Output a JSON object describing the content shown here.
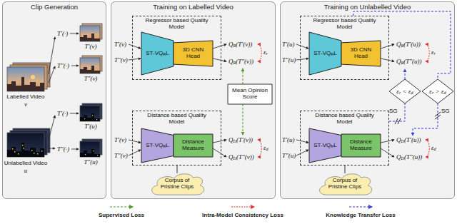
{
  "diagram": {
    "nodes": [
      {
        "text": [
          "Clip Generation"
        ]
      },
      {
        "text": [
          "Training on Labelled Video"
        ]
      },
      {
        "text": [
          "Regressor based Quality Model"
        ],
        "in": 1
      },
      {
        "text": [
          "ST-VQRL"
        ],
        "in": 2
      },
      {
        "text": [
          "3D CNN Head"
        ],
        "in": 2
      },
      {
        "text": [
          "Mean Opinion Score"
        ],
        "in": 1
      },
      {
        "text": [
          "Distance based Quality Model"
        ],
        "in": 1
      },
      {
        "text": [
          "ST-VQRL"
        ],
        "in": 6
      },
      {
        "text": [
          "Distance Measure"
        ],
        "in": 6
      },
      {
        "text": [
          "Corpus of Pristine Clips"
        ],
        "in": 1
      },
      {
        "text": [
          "Training on Unlabelled Video"
        ]
      },
      {
        "text": [
          "Regressor based Quality Model"
        ],
        "in": 10
      },
      {
        "text": [
          "ST-VQRL"
        ],
        "in": 11
      },
      {
        "text": [
          "3D CNN Head"
        ],
        "in": 11
      },
      {
        "text": [
          "εr < εd"
        ],
        "in": 10
      },
      {
        "text": [
          "εr > εd"
        ],
        "in": 10
      },
      {
        "text": [
          "Distance based Quality Model"
        ],
        "in": 10
      },
      {
        "text": [
          "ST-VQRL"
        ],
        "in": 16
      },
      {
        "text": [
          "Distance Measure"
        ],
        "in": 16
      },
      {
        "text": [
          "Corpus of Pristine Clips"
        ],
        "in": 10
      }
    ],
    "edges": [
      {
        "from": 9,
        "to": 6,
        "arrow": "none"
      },
      {
        "from": 19,
        "to": 16,
        "arrow": "none"
      },
      {
        "from": 11,
        "to": 15,
        "arrow": "none"
      },
      {
        "from": 16,
        "to": 14,
        "arrow": "none"
      }
    ],
    "labels": [
      "T′(·)",
      "T′(v)",
      "T″(·)",
      "T″(v)",
      "Labelled Video",
      "v",
      "T′(·)",
      "T′(u)",
      "T″(·)",
      "T″(u)",
      "Unlabelled Video",
      "u",
      "T′(v)",
      "T″(v)",
      "QR(T′(v))",
      "εr",
      "QR(T″(v))",
      "T′(v)",
      "T″(v)",
      "QD(T′(v))",
      "εd",
      "QD(T″(v))",
      "T′(u)",
      "T″(u)",
      "QR(T′(u))",
      "εr",
      "QR(T″(u))",
      "SG",
      "SG",
      "T′(u)",
      "T″(u)",
      "QD(T′(u))",
      "εd",
      "QD(T″(u))"
    ],
    "legend": [
      {
        "text": "Supervised Loss"
      },
      {
        "text": "Intra-Model Consistency Loss"
      },
      {
        "text": "Knowledge Transfer Loss"
      }
    ]
  }
}
